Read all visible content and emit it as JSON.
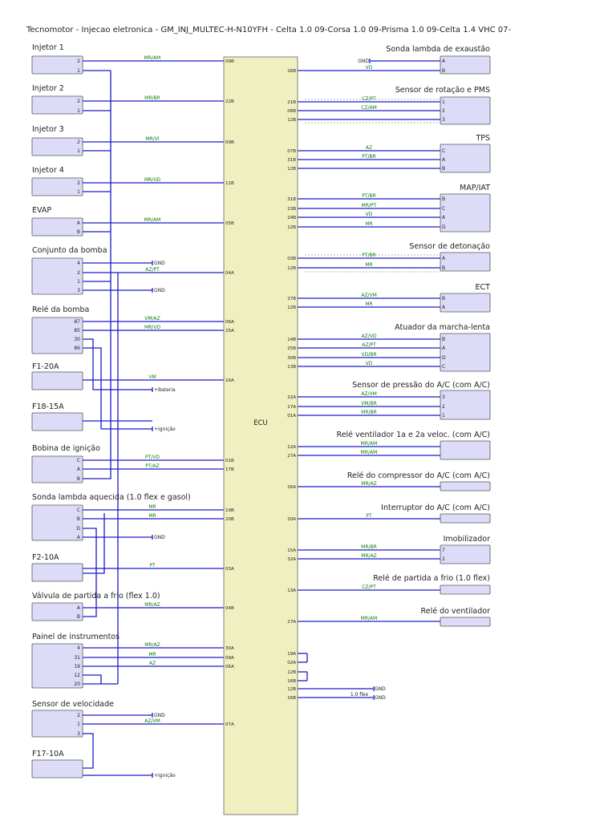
{
  "title": "Tecnomotor - Injecao eletronica - GM_INJ_MULTEC-H-N10YFH - Celta 1.0 09-Corsa 1.0 09-Prisma 1.0 09-Celta 1.4 VHC 07-",
  "ecu_label": "ECU",
  "colors": {
    "wire": "#1a1acc",
    "box_fill": "#dcdcf8",
    "box_stroke": "#555555",
    "ecu_fill": "#efefbf",
    "wire_label": "#0a7a0a"
  },
  "left_components": [
    {
      "name": "Injetor 1",
      "pins": [
        "2",
        "1"
      ]
    },
    {
      "name": "Injetor 2",
      "pins": [
        "2",
        "1"
      ]
    },
    {
      "name": "Injetor 3",
      "pins": [
        "2",
        "1"
      ]
    },
    {
      "name": "Injetor 4",
      "pins": [
        "2",
        "1"
      ]
    },
    {
      "name": "EVAP",
      "pins": [
        "A",
        "B"
      ]
    },
    {
      "name": "Conjunto da bomba",
      "pins": [
        "4",
        "2",
        "1",
        "3"
      ]
    },
    {
      "name": "Relé da bomba",
      "pins": [
        "87",
        "85",
        "30",
        "86"
      ]
    },
    {
      "name": "F1-20A",
      "pins": []
    },
    {
      "name": "F18-15A",
      "pins": []
    },
    {
      "name": "Bobina de ignição",
      "pins": [
        "C",
        "A",
        "B"
      ]
    },
    {
      "name": "Sonda lambda aquecida (1.0 flex e gasol)",
      "pins": [
        "C",
        "B",
        "D",
        "A"
      ]
    },
    {
      "name": "F2-10A",
      "pins": []
    },
    {
      "name": "Válvula de partida a frio (flex 1.0)",
      "pins": [
        "A",
        "B"
      ]
    },
    {
      "name": "Painel de instrumentos",
      "pins": [
        "4",
        "31",
        "19",
        "12",
        "20"
      ]
    },
    {
      "name": "Sensor de velocidade",
      "pins": [
        "2",
        "1",
        "3"
      ]
    },
    {
      "name": "F17-10A",
      "pins": []
    }
  ],
  "left_wires": [
    {
      "color": "MR/AM",
      "ecu_pin": "09B"
    },
    {
      "color": "MR/BR",
      "ecu_pin": "22B"
    },
    {
      "color": "MR/VI",
      "ecu_pin": "09B"
    },
    {
      "color": "MR/VD",
      "ecu_pin": "11B"
    },
    {
      "color": "MR/AM",
      "ecu_pin": "05B"
    },
    {
      "color": "AZ/PT",
      "ecu_pin": "04A"
    },
    {
      "color": "VM/AZ",
      "ecu_pin": "06A"
    },
    {
      "color": "MR/VD",
      "ecu_pin": "25A"
    },
    {
      "color": "VM",
      "ecu_pin": "16A"
    },
    {
      "color": "PT/VD",
      "ecu_pin": "01B"
    },
    {
      "color": "PT/AZ",
      "ecu_pin": "17B"
    },
    {
      "color": "MR",
      "ecu_pin": "19B"
    },
    {
      "color": "MR",
      "ecu_pin": "20B"
    },
    {
      "color": "PT",
      "ecu_pin": "03A"
    },
    {
      "color": "MR/AZ",
      "ecu_pin": "04B"
    },
    {
      "color": "MR/AZ",
      "ecu_pin": "30A"
    },
    {
      "color": "MR",
      "ecu_pin": "09A"
    },
    {
      "color": "AZ",
      "ecu_pin": "06A"
    },
    {
      "color": "AZ/VM",
      "ecu_pin": "07A"
    }
  ],
  "left_terminals": [
    "GND",
    "GND",
    "+Bateria",
    "+Ignição",
    "GND",
    "GND",
    "+Ignição"
  ],
  "right_components": [
    {
      "name": "Sonda lambda de exaustão",
      "pins": [
        "A",
        "B"
      ],
      "wires": [
        {
          "ecu_pin": "",
          "color": ""
        },
        {
          "ecu_pin": "26B",
          "color": "VD"
        }
      ],
      "gnd": "GND"
    },
    {
      "name": "Sensor de rotação e PMS",
      "pins": [
        "1",
        "2",
        "3"
      ],
      "wires": [
        {
          "ecu_pin": "21B",
          "color": "CZ/PT"
        },
        {
          "ecu_pin": "06B",
          "color": "CZ/AM"
        },
        {
          "ecu_pin": "12B",
          "color": ""
        }
      ]
    },
    {
      "name": "TPS",
      "pins": [
        "C",
        "A",
        "B"
      ],
      "wires": [
        {
          "ecu_pin": "07B",
          "color": "AZ"
        },
        {
          "ecu_pin": "31B",
          "color": "PT/BR"
        },
        {
          "ecu_pin": "12B",
          "color": ""
        }
      ]
    },
    {
      "name": "MAP/IAT",
      "pins": [
        "B",
        "C",
        "A",
        "D"
      ],
      "wires": [
        {
          "ecu_pin": "31B",
          "color": "PT/BR"
        },
        {
          "ecu_pin": "23B",
          "color": "MR/PT"
        },
        {
          "ecu_pin": "24B",
          "color": "VD"
        },
        {
          "ecu_pin": "12B",
          "color": "MR"
        }
      ]
    },
    {
      "name": "Sensor de detonação",
      "pins": [
        "A",
        "B"
      ],
      "wires": [
        {
          "ecu_pin": "03B",
          "color": "PT/BR"
        },
        {
          "ecu_pin": "12B",
          "color": "MR"
        }
      ]
    },
    {
      "name": "ECT",
      "pins": [
        "B",
        "A"
      ],
      "wires": [
        {
          "ecu_pin": "27B",
          "color": "AZ/VM"
        },
        {
          "ecu_pin": "12B",
          "color": "MR"
        }
      ]
    },
    {
      "name": "Atuador da marcha-lenta",
      "pins": [
        "B",
        "A",
        "D",
        "C"
      ],
      "wires": [
        {
          "ecu_pin": "14B",
          "color": "AZ/VD"
        },
        {
          "ecu_pin": "25B",
          "color": "AZ/PT"
        },
        {
          "ecu_pin": "30B",
          "color": "VD/BR"
        },
        {
          "ecu_pin": "13B",
          "color": "VD"
        }
      ]
    },
    {
      "name": "Sensor de pressão do A/C (com A/C)",
      "pins": [
        "3",
        "2",
        "1"
      ],
      "wires": [
        {
          "ecu_pin": "22A",
          "color": "AZ/VM"
        },
        {
          "ecu_pin": "17A",
          "color": "VM/BR"
        },
        {
          "ecu_pin": "01A",
          "color": "MR/BR"
        }
      ]
    },
    {
      "name": "Relé ventilador 1a e 2a veloc. (com A/C)",
      "pins": [],
      "wires": [
        {
          "ecu_pin": "12A",
          "color": "MR/AM"
        },
        {
          "ecu_pin": "27A",
          "color": "MR/AM"
        }
      ]
    },
    {
      "name": "Relé do compressor do A/C (com A/C)",
      "pins": [],
      "wires": [
        {
          "ecu_pin": "26A",
          "color": "MR/AZ"
        }
      ]
    },
    {
      "name": "Interruptor do A/C (com A/C)",
      "pins": [],
      "wires": [
        {
          "ecu_pin": "20A",
          "color": "PT"
        }
      ]
    },
    {
      "name": "Imobilizador",
      "pins": [
        "7",
        "2"
      ],
      "wires": [
        {
          "ecu_pin": "15A",
          "color": "MR/BR"
        },
        {
          "ecu_pin": "32A",
          "color": "MR/AZ"
        }
      ]
    },
    {
      "name": "Relé de partida a frio (1.0 flex)",
      "pins": [],
      "wires": [
        {
          "ecu_pin": "13A",
          "color": "CZ/PT"
        }
      ]
    },
    {
      "name": "Relé do ventilador",
      "pins": [],
      "wires": [
        {
          "ecu_pin": "27A",
          "color": "MR/AM"
        }
      ]
    }
  ],
  "ecu_bridges": [
    "19A",
    "02A",
    "12B",
    "16B"
  ],
  "ecu_grounds": [
    {
      "ecu_pin": "12B",
      "label": "GND",
      "note": ""
    },
    {
      "ecu_pin": "16B",
      "label": "GND",
      "note": "1.0 flex"
    }
  ]
}
